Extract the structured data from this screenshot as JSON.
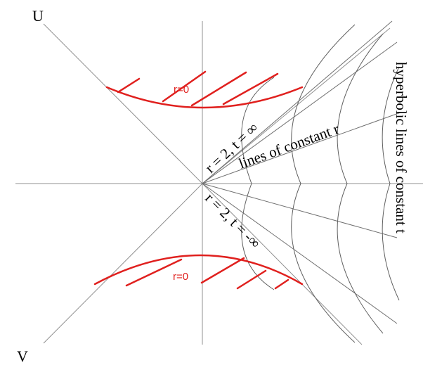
{
  "axis_labels": {
    "u": "U",
    "v": "V"
  },
  "singularity": {
    "top_label": "r=0",
    "bottom_label": "r=0",
    "color": "#e0201e"
  },
  "horizons": {
    "future": "r = 2, t = ∞",
    "past": "r = 2, t = -∞"
  },
  "annotations": {
    "radial_lines": "lines of constant r",
    "hyperbolas": "hyperbolic lines of constant t"
  },
  "colors": {
    "axes": "#909090",
    "curves": "#606060",
    "text": "#000000"
  }
}
